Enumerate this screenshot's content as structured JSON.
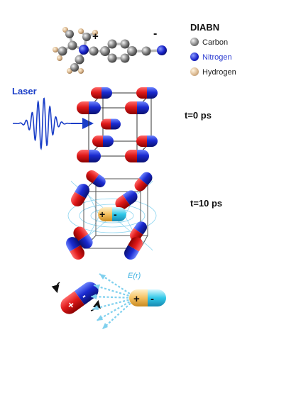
{
  "molecule": {
    "title": "DIABN",
    "plus_sign": "+",
    "minus_sign": "-"
  },
  "legend": [
    {
      "label": "Carbon",
      "color": "#777777",
      "text_color": "#222222"
    },
    {
      "label": "Nitrogen",
      "color": "#1822c8",
      "text_color": "#2a3ad0"
    },
    {
      "label": "Hydrogen",
      "color": "#d8b48a",
      "text_color": "#222222"
    }
  ],
  "panels": {
    "laser_label": "Laser",
    "time_0": "t=0 ps",
    "time_10": "t=10 ps",
    "field_label": "E(r)"
  },
  "dipole_signs": {
    "plus": "+",
    "minus": "-"
  },
  "colors": {
    "positive": "#e01a1a",
    "negative": "#1a2ad0",
    "laser": "#1a3ec8",
    "field_lines": "#7fd0ee",
    "probe_positive": "#f5c060",
    "probe_negative": "#30c8e8"
  }
}
